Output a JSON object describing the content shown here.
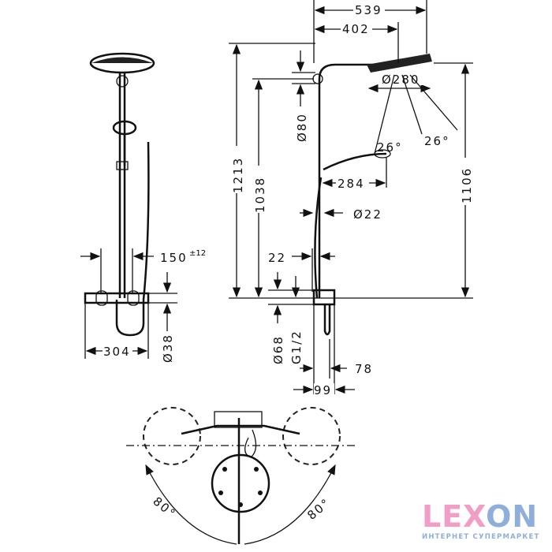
{
  "dimensions": {
    "width_539": "539",
    "width_402": "402",
    "head_dia": "Ø280",
    "head_dia_80": "Ø80",
    "angle_26_a": "26°",
    "angle_26_b": "26°",
    "hand_284": "284",
    "hose_dia": "Ø22",
    "height_1213": "1213",
    "height_1038": "1038",
    "height_1106": "1106",
    "offset_22": "22",
    "spacing_150": "150",
    "spacing_tol": "±12",
    "dia_38": "Ø38",
    "width_304": "304",
    "dia_68": "Ø68",
    "thread": "G1/2",
    "depth_78": "78",
    "depth_99": "99",
    "rot_left": "80°",
    "rot_right": "80°"
  },
  "logo": {
    "brand_pink": "LEX",
    "brand_blue": "ON",
    "tagline": "ИНТЕРНЕТ СУПЕРМАРКЕТ",
    "pink": "#f19ec6",
    "blue": "#8eaedb"
  }
}
